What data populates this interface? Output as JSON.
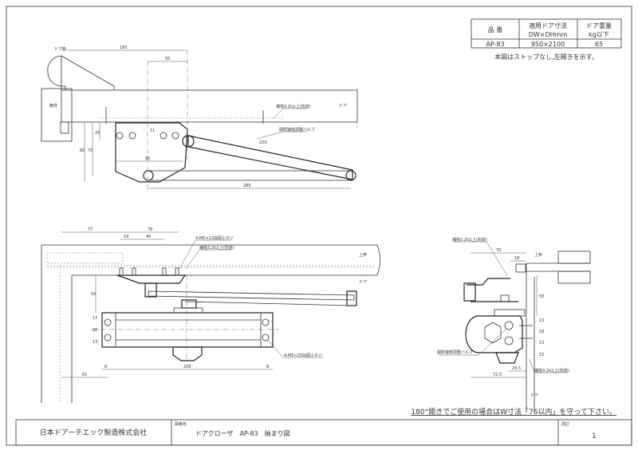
{
  "spec_table": {
    "headers": [
      "品 番",
      "適用ドア寸法 DW×DHmm",
      "ドア重量 kg以下"
    ],
    "header_lines": [
      [
        "品 番"
      ],
      [
        "適用ドア寸法",
        "DW×DHmm"
      ],
      [
        "ドア重量",
        "kg以下"
      ]
    ],
    "row": [
      "AP-83",
      "950×2100",
      "65"
    ],
    "note": "本図はストップなし,左開きを示す。"
  },
  "plan_view": {
    "frame_label": "ドア枠",
    "wall_label": "躯体",
    "door_label": "ドア",
    "reinforce_label": "補強3.2t以上(別途)",
    "valve_label": "開閉速度調整バルブ",
    "dims": {
      "d185": "185",
      "d50": "50",
      "d25": "25",
      "d11": "11",
      "d70": "70",
      "d80": "80",
      "d90": "90",
      "d220": "220",
      "d285": "285"
    }
  },
  "elevation_view": {
    "screw_top_label": "4-M5×12皿頭小ネジ",
    "reinforce_label": "補強3.2t以上(別途)",
    "frame_label": "上枠",
    "door_label": "ドア",
    "screw_bottom_label": "4-M5×25皿頭小ネジ",
    "dims": {
      "d77": "77",
      "d78": "78",
      "d18": "18",
      "d40": "40",
      "d50": "50",
      "d13a": "13",
      "d18b": "18",
      "d13b": "13",
      "d8a": "8",
      "d208": "208",
      "d8b": "8",
      "d61": "61"
    }
  },
  "side_view": {
    "reinforce_top_label": "補強3.2t以上(別途)",
    "frame_label": "上枠",
    "valve_label": "開閉速度調整バルブ",
    "reinforce_bottom_label": "補強3.2t以上(別途)",
    "door_label": "ドア",
    "dims": {
      "d70": "70",
      "d18": "18",
      "d50": "50",
      "d13a": "13",
      "d18b": "18",
      "d13b": "13",
      "d15": "15",
      "d24_5": "24.5",
      "d72_5": "72.5"
    }
  },
  "footnote": "180°開きでご使用の場合はW寸法「76以内」を守って下さい。",
  "title_block": {
    "company": "日本ドアーチエック製造株式会社",
    "drawing_name_label": "図番名",
    "drawing_name": "ドアクローザ　AP-83　納まり図",
    "revision_label": "改訂",
    "revision": "1"
  }
}
